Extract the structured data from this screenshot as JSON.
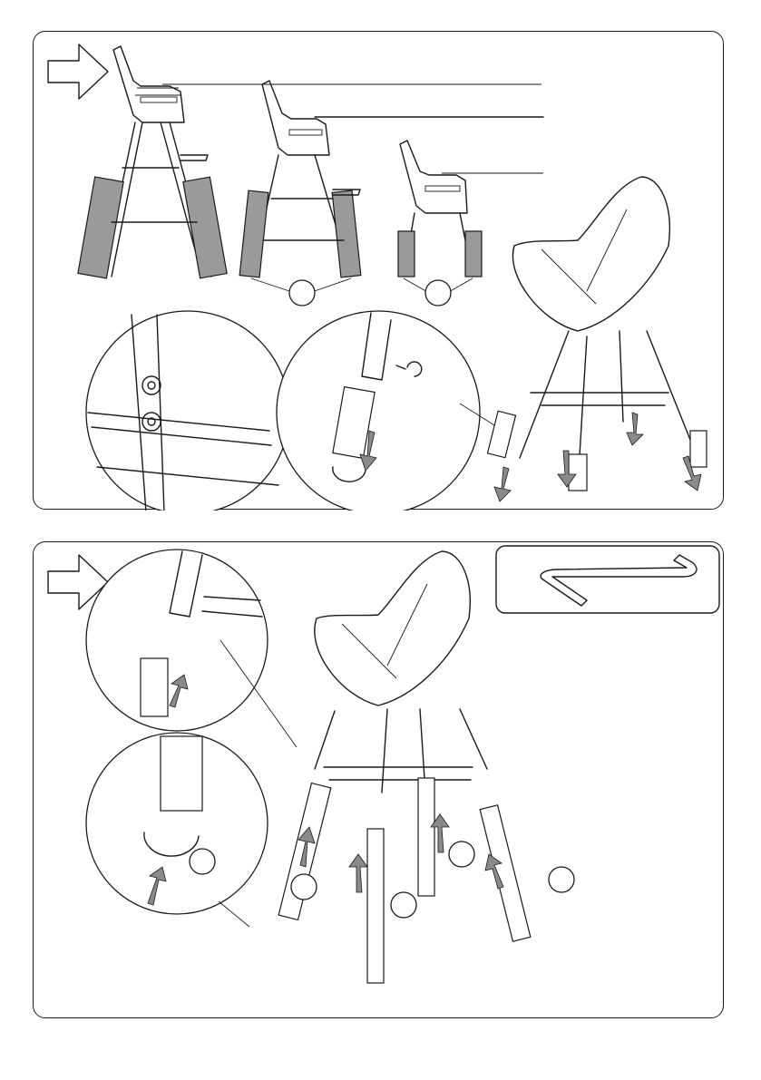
{
  "panels": [
    {
      "id": "step-1",
      "direction_icon": "outline-arrow-right-icon",
      "callout_markers": 2
    },
    {
      "id": "step-2",
      "direction_icon": "outline-arrow-right-icon",
      "callout_markers": 5,
      "tool": "allen-key-icon"
    }
  ],
  "colors": {
    "line": "#1a1a1a",
    "leg_fill": "#9a9a9a",
    "arrow_fill": "#8a8a8a",
    "background": "#ffffff"
  }
}
